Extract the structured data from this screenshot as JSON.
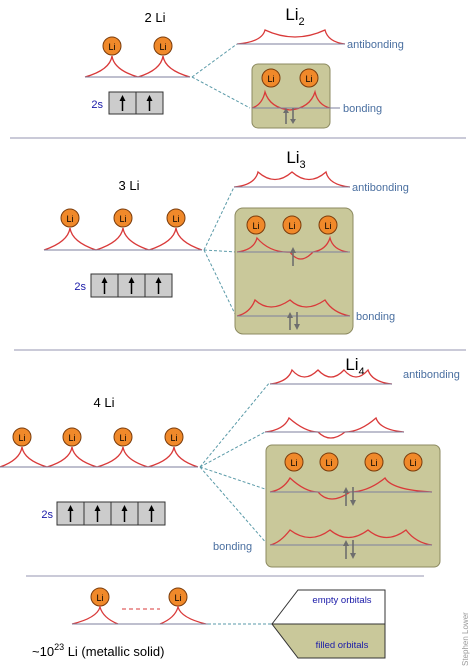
{
  "colors": {
    "orbital_curve": "#d93a3a",
    "level_line": "#7d7f9e",
    "dashed_connector": "#5a9aa8",
    "mo_box_fill": "#c9c89a",
    "mo_box_border": "#8c8a60",
    "atom_fill": "#f0892a",
    "atom_border": "#7a3c0c",
    "orbital_box_fill": "#cccccc",
    "label_blue": "#4a6fa0",
    "label_2s": "#1a1aa8",
    "separator": "#9595b0",
    "electron_gray": "#6e6e6e"
  },
  "atom_symbol": "Li",
  "orbital_label": "2s",
  "energy_labels": {
    "antibonding": "antibonding",
    "bonding": "bonding"
  },
  "panels": [
    {
      "id": "li2",
      "atoms_label": "2 Li",
      "molecule": "Li",
      "subscript": "2",
      "atom_count": 2,
      "electrons_2s": 2
    },
    {
      "id": "li3",
      "atoms_label": "3 Li",
      "molecule": "Li",
      "subscript": "3",
      "atom_count": 3,
      "electrons_2s": 3
    },
    {
      "id": "li4",
      "atoms_label": "4 Li",
      "molecule": "Li",
      "subscript": "4",
      "atom_count": 4,
      "electrons_2s": 4
    }
  ],
  "metal": {
    "label_prefix": "~10",
    "label_exponent": "23",
    "label_suffix": " Li (metallic solid)",
    "empty_band": "empty orbitals",
    "filled_band": "filled orbitals"
  },
  "credit": "Stephen Lower"
}
